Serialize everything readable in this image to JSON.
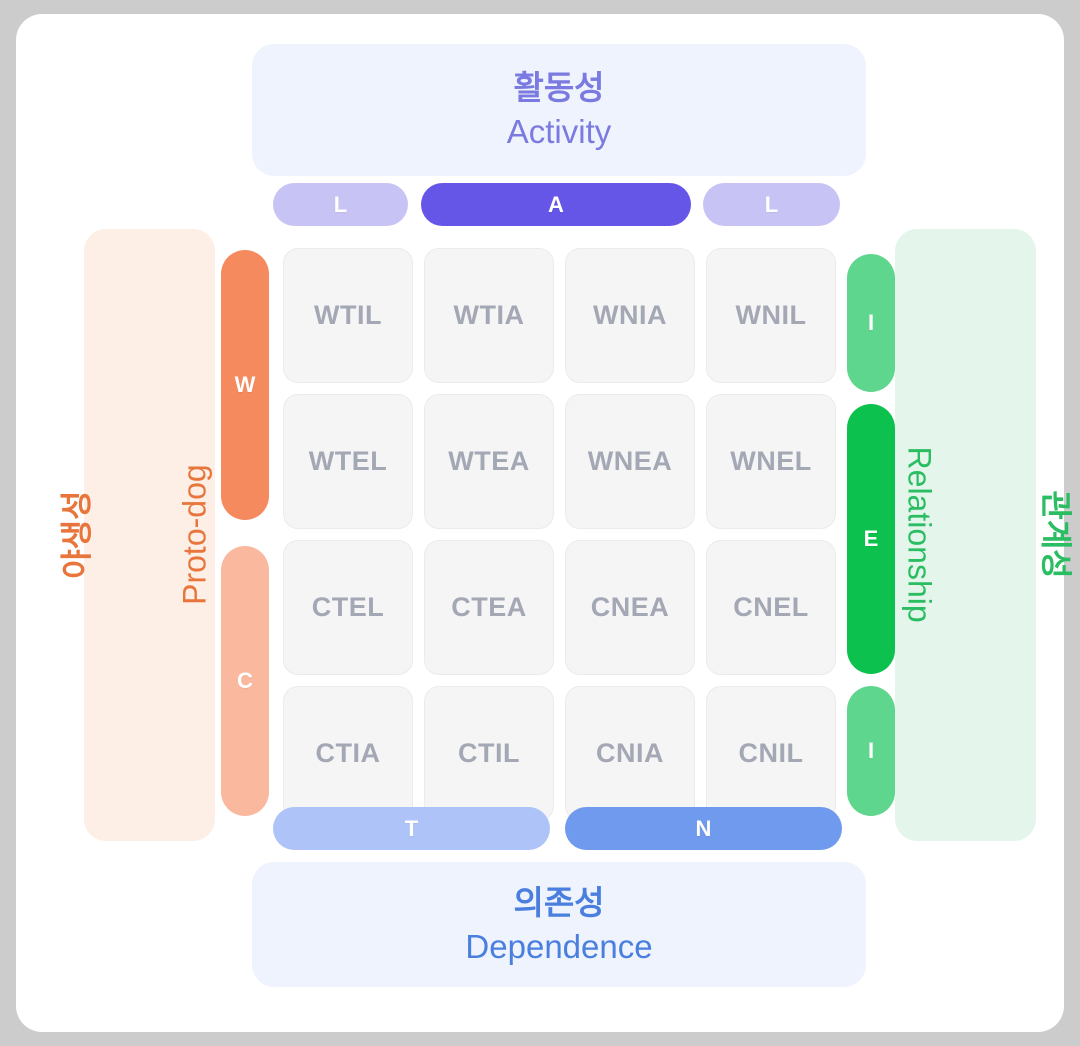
{
  "card": {
    "background_color": "#ffffff",
    "page_background_color": "#cccccc"
  },
  "axes": {
    "top": {
      "label_ko": "활동성",
      "label_en": "Activity",
      "panel_color": "#eef3fd",
      "text_color": "#7b7ae0",
      "pills": [
        {
          "letter": "L",
          "color": "#c8c3f5",
          "active": false
        },
        {
          "letter": "A",
          "color": "#6656e8",
          "active": true
        },
        {
          "letter": "L",
          "color": "#c8c3f5",
          "active": false
        }
      ]
    },
    "bottom": {
      "label_ko": "의존성",
      "label_en": "Dependence",
      "panel_color": "#eef3fd",
      "text_color": "#4a7fe0",
      "pills": [
        {
          "letter": "T",
          "color": "#aec4f8",
          "active": false
        },
        {
          "letter": "N",
          "color": "#6f9aee",
          "active": true
        }
      ]
    },
    "left": {
      "label_ko": "야생성",
      "label_en": "Proto-dog",
      "panel_color": "#fdeee6",
      "text_color": "#e8763c",
      "pills": [
        {
          "letter": "W",
          "color": "#f58a5e",
          "active": true
        },
        {
          "letter": "C",
          "color": "#fab99f",
          "active": false
        }
      ]
    },
    "right": {
      "label_ko": "관계성",
      "label_en": "Relationship",
      "panel_color": "#e4f6ec",
      "text_color": "#2bbd62",
      "pills": [
        {
          "letter": "I",
          "color": "#5fd68e",
          "active": false
        },
        {
          "letter": "E",
          "color": "#0cc14d",
          "active": true
        },
        {
          "letter": "I",
          "color": "#5fd68e",
          "active": false
        }
      ]
    }
  },
  "matrix": {
    "rows": [
      {
        "cells": [
          "WTIL",
          "WTIA",
          "WNIA",
          "WNIL"
        ]
      },
      {
        "cells": [
          "WTEL",
          "WTEA",
          "WNEA",
          "WNEL"
        ]
      },
      {
        "cells": [
          "CTEL",
          "CTEA",
          "CNEA",
          "CNEL"
        ]
      },
      {
        "cells": [
          "CTIA",
          "CTIL",
          "CNIA",
          "CNIL"
        ]
      }
    ],
    "cell_background": "#f5f5f6",
    "cell_text_color": "#a4a8b5"
  }
}
